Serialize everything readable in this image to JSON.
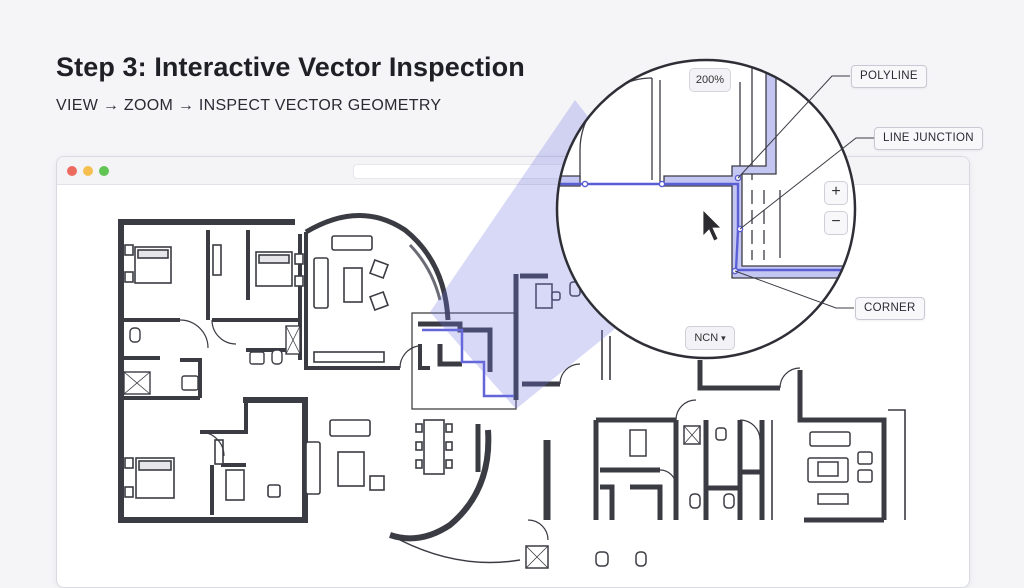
{
  "heading": {
    "title": "Step 3: Interactive Vector Inspection",
    "subtitle": "VIEW → ZOOM → INSPECT VECTOR GEOMETRY"
  },
  "magnifier": {
    "zoom_level": "200%",
    "zoom_in_label": "+",
    "zoom_out_label": "−",
    "unit_label": "NCN",
    "callouts": {
      "polyline": "POLYLINE",
      "line_junction": "LINE JUNCTION",
      "corner": "CORNER"
    }
  },
  "colors": {
    "accent": "#5b5fd6",
    "wall": "#3a3a42",
    "highlight_fill": "#c4c6f2"
  },
  "icons": [
    "cursor-arrow-icon",
    "chevron-down-icon"
  ]
}
